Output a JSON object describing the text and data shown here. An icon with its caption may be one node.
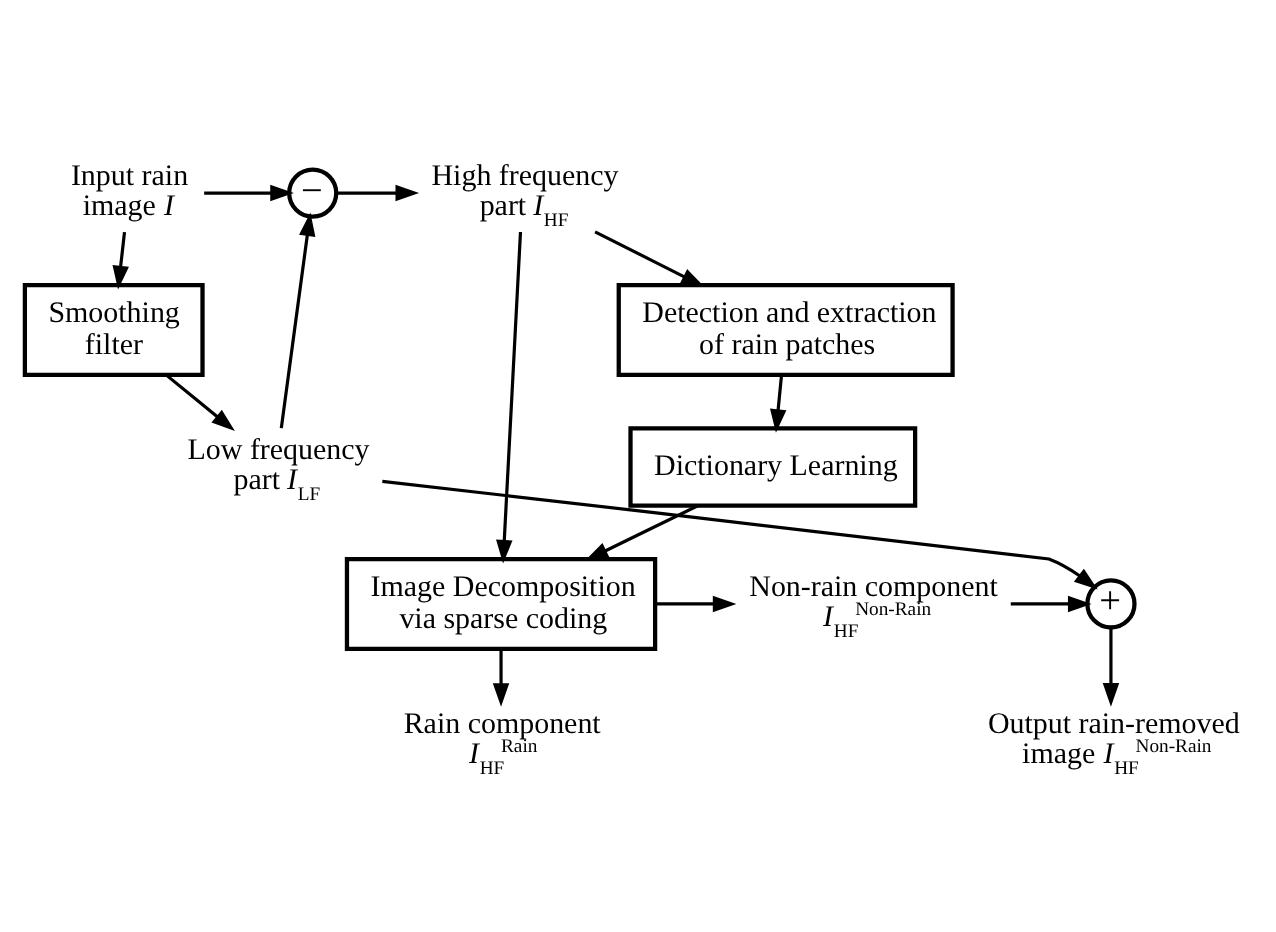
{
  "diagram": {
    "nodes": [
      {
        "text": [
          "Input rain image *I*"
        ]
      },
      {
        "text": [
          "Smoothing filter"
        ]
      },
      {
        "text": [
          "Low frequency part *I*$_{LF}$"
        ]
      },
      {
        "text": [
          "−"
        ]
      },
      {
        "text": [
          "High frequency part *I*$_{HF}$"
        ]
      },
      {
        "text": [
          "Detection and extraction of rain patches"
        ]
      },
      {
        "text": [
          "Dictionary Learning"
        ]
      },
      {
        "text": [
          "Image Decomposition via sparse coding"
        ]
      },
      {
        "text": [
          "Non-rain component *I*$_{HF}$$^{Non-Rain}$"
        ]
      },
      {
        "text": [
          "+"
        ]
      },
      {
        "text": [
          "Output rain-removed image *I*$_{HF}$$^{Non-Rain}$"
        ]
      },
      {
        "text": [
          "Rain component *I*$_{HF}$$^{Rain}$"
        ]
      }
    ],
    "edges": [
      {
        "from": 0,
        "to": 1,
        "arrow": "to"
      },
      {
        "from": 0,
        "to": 3,
        "arrow": "to"
      },
      {
        "from": 1,
        "to": 2,
        "arrow": "to"
      },
      {
        "from": 2,
        "to": 3,
        "arrow": "to"
      },
      {
        "from": 3,
        "to": 4,
        "arrow": "to"
      },
      {
        "from": 4,
        "to": 5,
        "arrow": "to"
      },
      {
        "from": 5,
        "to": 6,
        "arrow": "to"
      },
      {
        "from": 6,
        "to": 7,
        "arrow": "to"
      },
      {
        "from": 4,
        "to": 7,
        "arrow": "to"
      },
      {
        "from": 7,
        "to": 8,
        "arrow": "to"
      },
      {
        "from": 8,
        "to": 9,
        "arrow": "to"
      },
      {
        "from": 2,
        "to": 9,
        "arrow": "to"
      },
      {
        "from": 9,
        "to": 10,
        "arrow": "to"
      },
      {
        "from": 7,
        "to": 11,
        "arrow": "to"
      }
    ]
  }
}
